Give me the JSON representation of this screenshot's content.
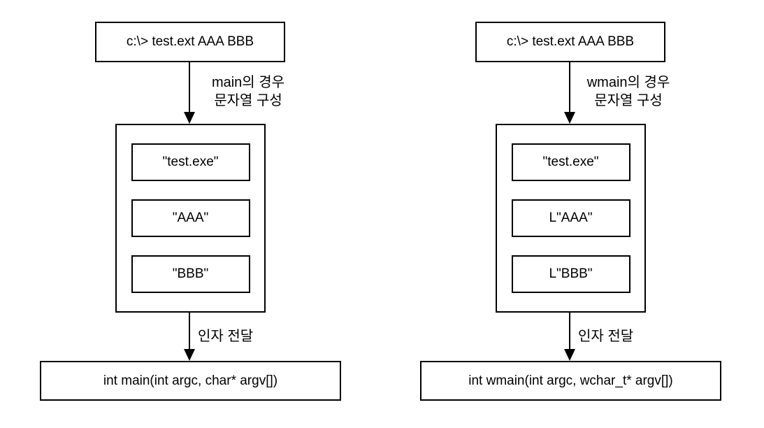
{
  "diagram": {
    "colors": {
      "stroke": "#000000",
      "background": "#ffffff",
      "text": "#000000"
    },
    "columns": [
      {
        "id": "main-flow",
        "command": "c:\\> test.ext AAA BBB",
        "arrow1_label_line1": "main의 경우",
        "arrow1_label_line2": "문자열 구성",
        "strings": [
          "\"test.exe\"",
          "\"AAA\"",
          "\"BBB\""
        ],
        "arrow2_label": "인자 전달",
        "function_signature": "int main(int argc, char* argv[])"
      },
      {
        "id": "wmain-flow",
        "command": "c:\\> test.ext AAA BBB",
        "arrow1_label_line1": "wmain의 경우",
        "arrow1_label_line2": "문자열 구성",
        "strings": [
          "\"test.exe\"",
          "L\"AAA\"",
          "L\"BBB\""
        ],
        "arrow2_label": "인자 전달",
        "function_signature": "int wmain(int argc, wchar_t* argv[])"
      }
    ]
  }
}
